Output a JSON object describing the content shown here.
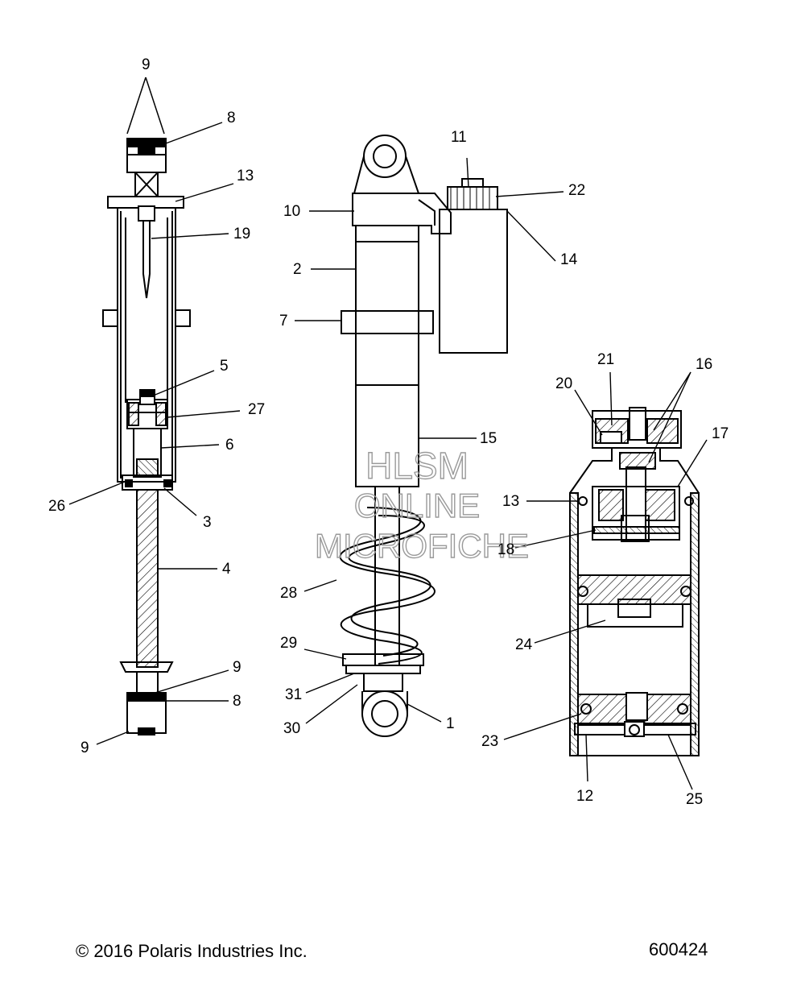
{
  "footer": {
    "copyright": "© 2016 Polaris Industries Inc.",
    "figure_number": "600424"
  },
  "watermark": {
    "line1": "HLSM",
    "line2": "ONLINE",
    "line3": "MICROFICHE"
  },
  "callouts": {
    "c1": "1",
    "c2": "2",
    "c3": "3",
    "c4": "4",
    "c5": "5",
    "c6": "6",
    "c7": "7",
    "c8a": "8",
    "c8b": "8",
    "c9a": "9",
    "c9b": "9",
    "c9c": "9",
    "c10": "10",
    "c11": "11",
    "c12": "12",
    "c13a": "13",
    "c13b": "13",
    "c14": "14",
    "c15": "15",
    "c16": "16",
    "c17": "17",
    "c18": "18",
    "c19": "19",
    "c20": "20",
    "c21": "21",
    "c22": "22",
    "c23": "23",
    "c24": "24",
    "c25": "25",
    "c26": "26",
    "c27": "27",
    "c28": "28",
    "c29": "29",
    "c30": "30",
    "c31": "31"
  }
}
